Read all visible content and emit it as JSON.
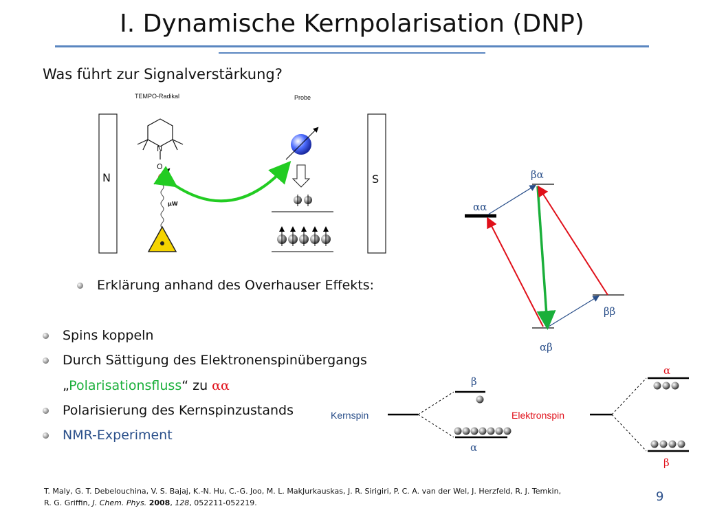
{
  "title": "I. Dynamische Kernpolarisation (DNP)",
  "question": "Was führt zur Signalverstärkung?",
  "diagram": {
    "tempo_label": "TEMPO-Radikal",
    "probe_label": "Probe",
    "magnet_n": "N",
    "magnet_s": "S",
    "atom_n": "N",
    "atom_o": "O",
    "mw_label": "μW"
  },
  "sub_bullet": "Erklärung anhand des Overhauser Effekts:",
  "bullets": {
    "b1": "Spins koppeln",
    "b2": "Durch Sättigung des Elektronenspinübergangs",
    "b3_open": "„",
    "b3_green": "Polarisationsfluss",
    "b3_close": "“ zu ",
    "b3_red": "αα",
    "b4": "Polarisierung des Kernspinzustands",
    "b5": "NMR-Experiment"
  },
  "energy": {
    "ba": "βα",
    "aa": "αα",
    "bb": "ββ",
    "ab": "αβ"
  },
  "split": {
    "kernspin": "Kernspin",
    "elektronspin": "Elektronspin",
    "k_beta": "β",
    "k_alpha": "α",
    "e_alpha": "α",
    "e_beta": "β"
  },
  "reference": {
    "line1": "T. Maly, G. T. Debelouchina, V. S. Bajaj, K.-N. Hu, C.-G. Joo, M. L. MakJurkauskas, J. R. Sirigiri, P. C. A. van der Wel, J. Herzfeld, R. J. Temkin,",
    "line2_a": "R. G. Griffin, ",
    "journal": "J. Chem. Phys.",
    "year": "2008",
    "volume": "128",
    "pages": ", 052211-052219."
  },
  "page_number": "9",
  "colors": {
    "accent_blue": "#2a4f8a",
    "green": "#1aaf3a",
    "red": "#e0101a",
    "rule": "#5a86c0"
  }
}
